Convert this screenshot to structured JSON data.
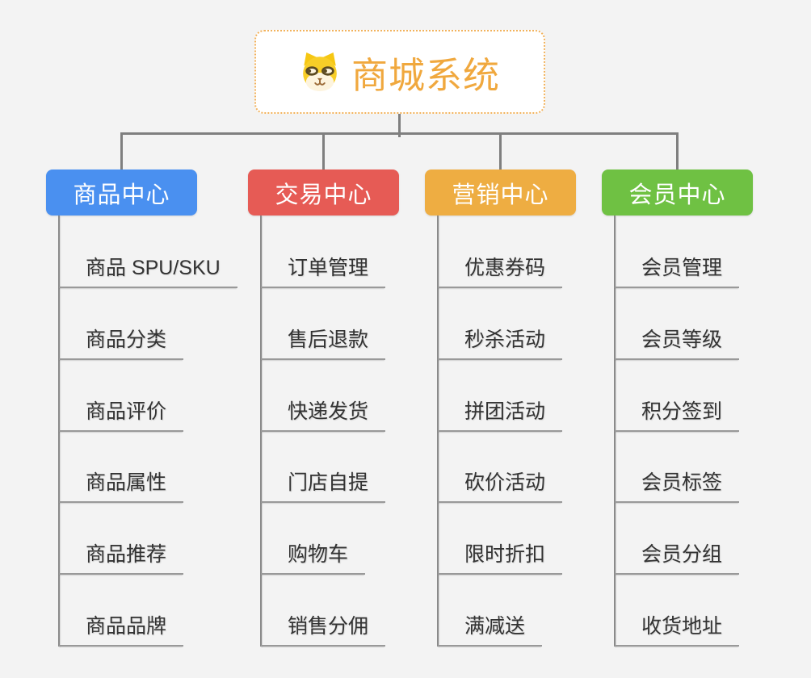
{
  "root": {
    "title": "商城系统",
    "icon": "shiba-dog-icon"
  },
  "branches": [
    {
      "label": "商品中心",
      "color": "#4a90f0",
      "children": [
        "商品 SPU/SKU",
        "商品分类",
        "商品评价",
        "商品属性",
        "商品推荐",
        "商品品牌"
      ]
    },
    {
      "label": "交易中心",
      "color": "#e65b55",
      "children": [
        "订单管理",
        "售后退款",
        "快递发货",
        "门店自提",
        "购物车",
        "销售分佣"
      ]
    },
    {
      "label": "营销中心",
      "color": "#eead42",
      "children": [
        "优惠券码",
        "秒杀活动",
        "拼团活动",
        "砍价活动",
        "限时折扣",
        "满减送"
      ]
    },
    {
      "label": "会员中心",
      "color": "#6fc143",
      "children": [
        "会员管理",
        "会员等级",
        "积分签到",
        "会员标签",
        "会员分组",
        "收货地址"
      ]
    }
  ],
  "colors": {
    "background": "#f3f3f3",
    "connector": "#7f7f7f",
    "leaf_underline": "#999999",
    "leaf_text": "#333333",
    "root_border": "#f2b25c",
    "root_text": "#f0a83e",
    "node_text": "#ffffff"
  }
}
